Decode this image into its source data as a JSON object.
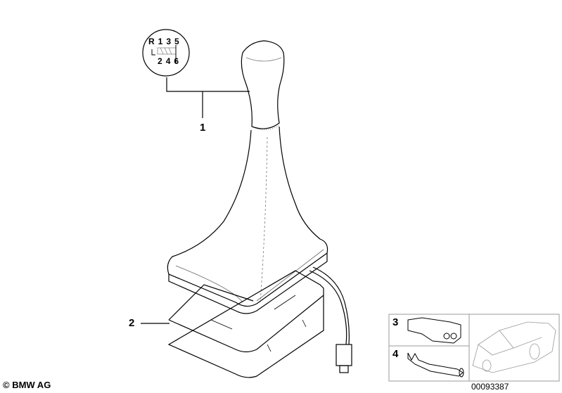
{
  "shift_pattern": {
    "top": [
      "R",
      "1",
      "3",
      "5"
    ],
    "bottom": [
      "2",
      "4",
      "6"
    ]
  },
  "callouts": [
    {
      "number": "1"
    },
    {
      "number": "2"
    },
    {
      "number": "3"
    },
    {
      "number": "4"
    }
  ],
  "copyright": "© BMW AG",
  "diagram_id": "00093387"
}
